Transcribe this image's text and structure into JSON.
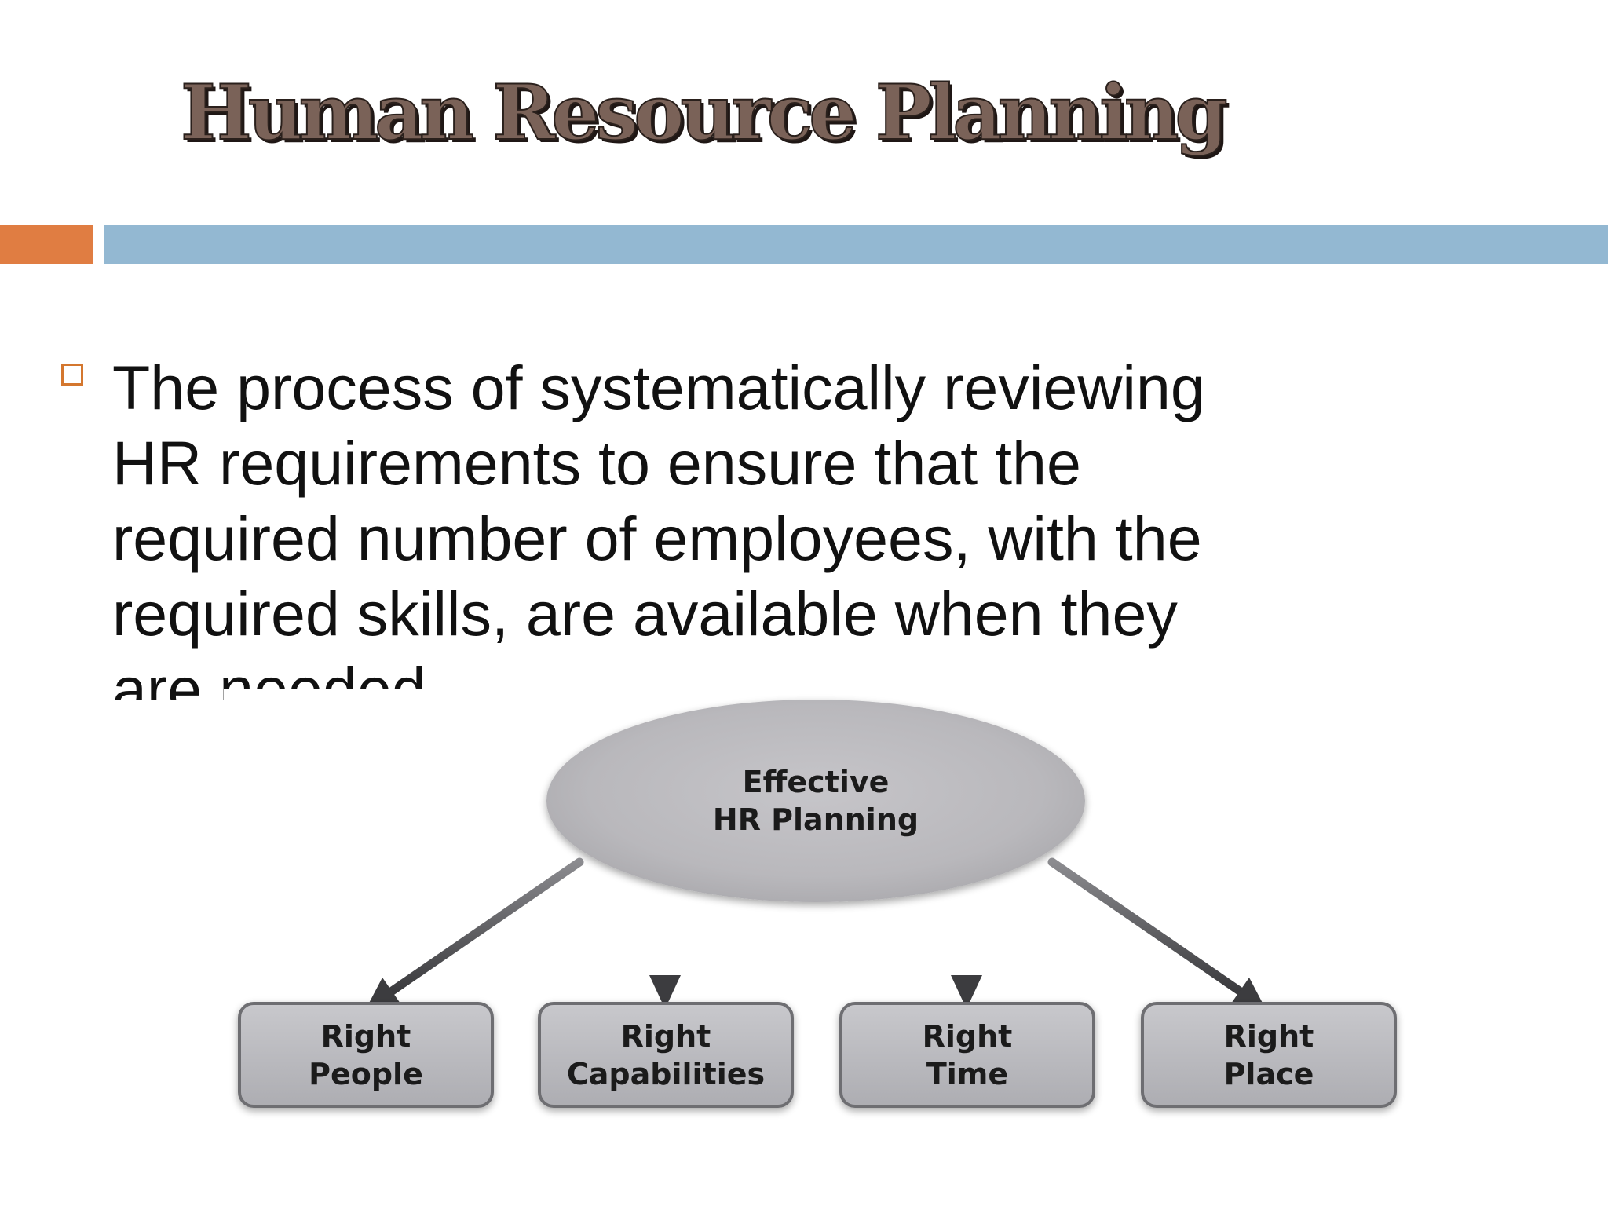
{
  "slide": {
    "title": "Human Resource Planning",
    "bullet_text": "The process of systematically reviewing HR requirements to ensure that the required number of employees, with the required skills, are available when they are needed."
  },
  "diagram": {
    "center": {
      "line1": "Effective",
      "line2": "HR Planning"
    },
    "boxes": [
      {
        "line1": "Right",
        "line2": "People"
      },
      {
        "line1": "Right",
        "line2": "Capabilities"
      },
      {
        "line1": "Right",
        "line2": "Time"
      },
      {
        "line1": "Right",
        "line2": "Place"
      }
    ]
  },
  "colors": {
    "accent_orange": "#e07d42",
    "accent_blue": "#93b8d2",
    "title_fill": "#7a6258",
    "node_fill": "#b9b8bc",
    "box_fill": "#bcbcc0"
  }
}
